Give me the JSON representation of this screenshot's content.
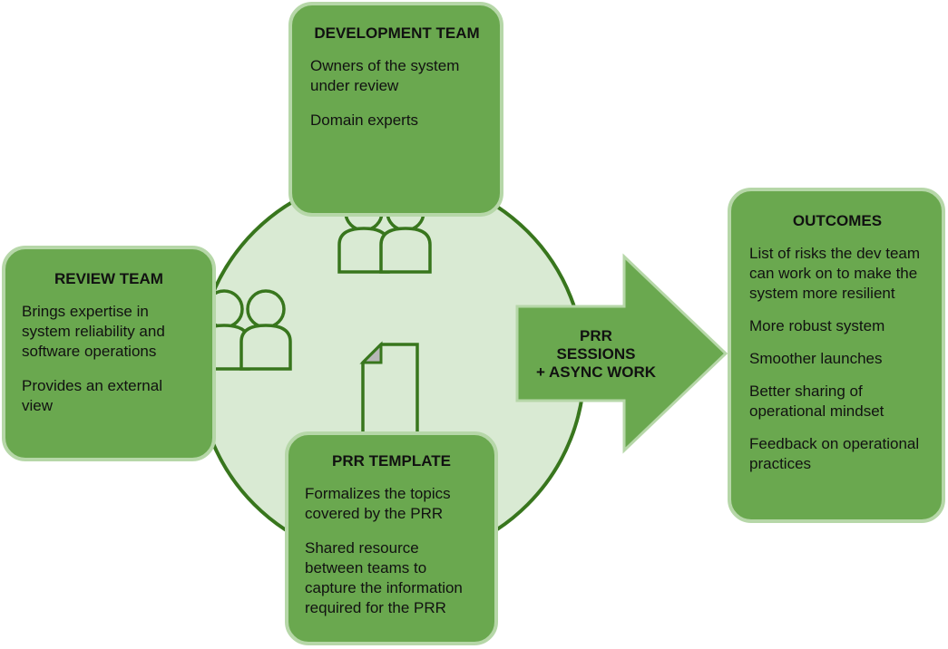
{
  "development_team": {
    "title": "DEVELOPMENT TEAM",
    "lines": [
      "Owners of the system under review",
      "Domain experts"
    ]
  },
  "review_team": {
    "title": "REVIEW TEAM",
    "lines": [
      "Brings expertise in system reliability and software operations",
      "Provides an external view"
    ]
  },
  "prr_template": {
    "title": "PRR TEMPLATE",
    "lines": [
      "Formalizes the topics covered by the PRR",
      "Shared resource between teams to capture the information required for the PRR"
    ]
  },
  "arrow": {
    "label_line1": "PRR",
    "label_line2": "SESSIONS",
    "label_line3": "+ ASYNC WORK"
  },
  "outcomes": {
    "title": "OUTCOMES",
    "lines": [
      "List of risks the dev team can work on to make the system more resilient",
      "More robust system",
      "Smoother launches",
      "Better sharing of operational mindset",
      "Feedback on operational practices"
    ]
  },
  "icons": [
    "people-icon",
    "people-icon",
    "document-icon"
  ],
  "colors": {
    "box_fill": "#6aa84f",
    "box_border": "#b6d7a8",
    "circle_fill": "#d9ead3",
    "circle_stroke": "#38761d",
    "icon_fill": "#d9ead3",
    "icon_stroke": "#38761d",
    "arrow_fill": "#6aa84f"
  }
}
